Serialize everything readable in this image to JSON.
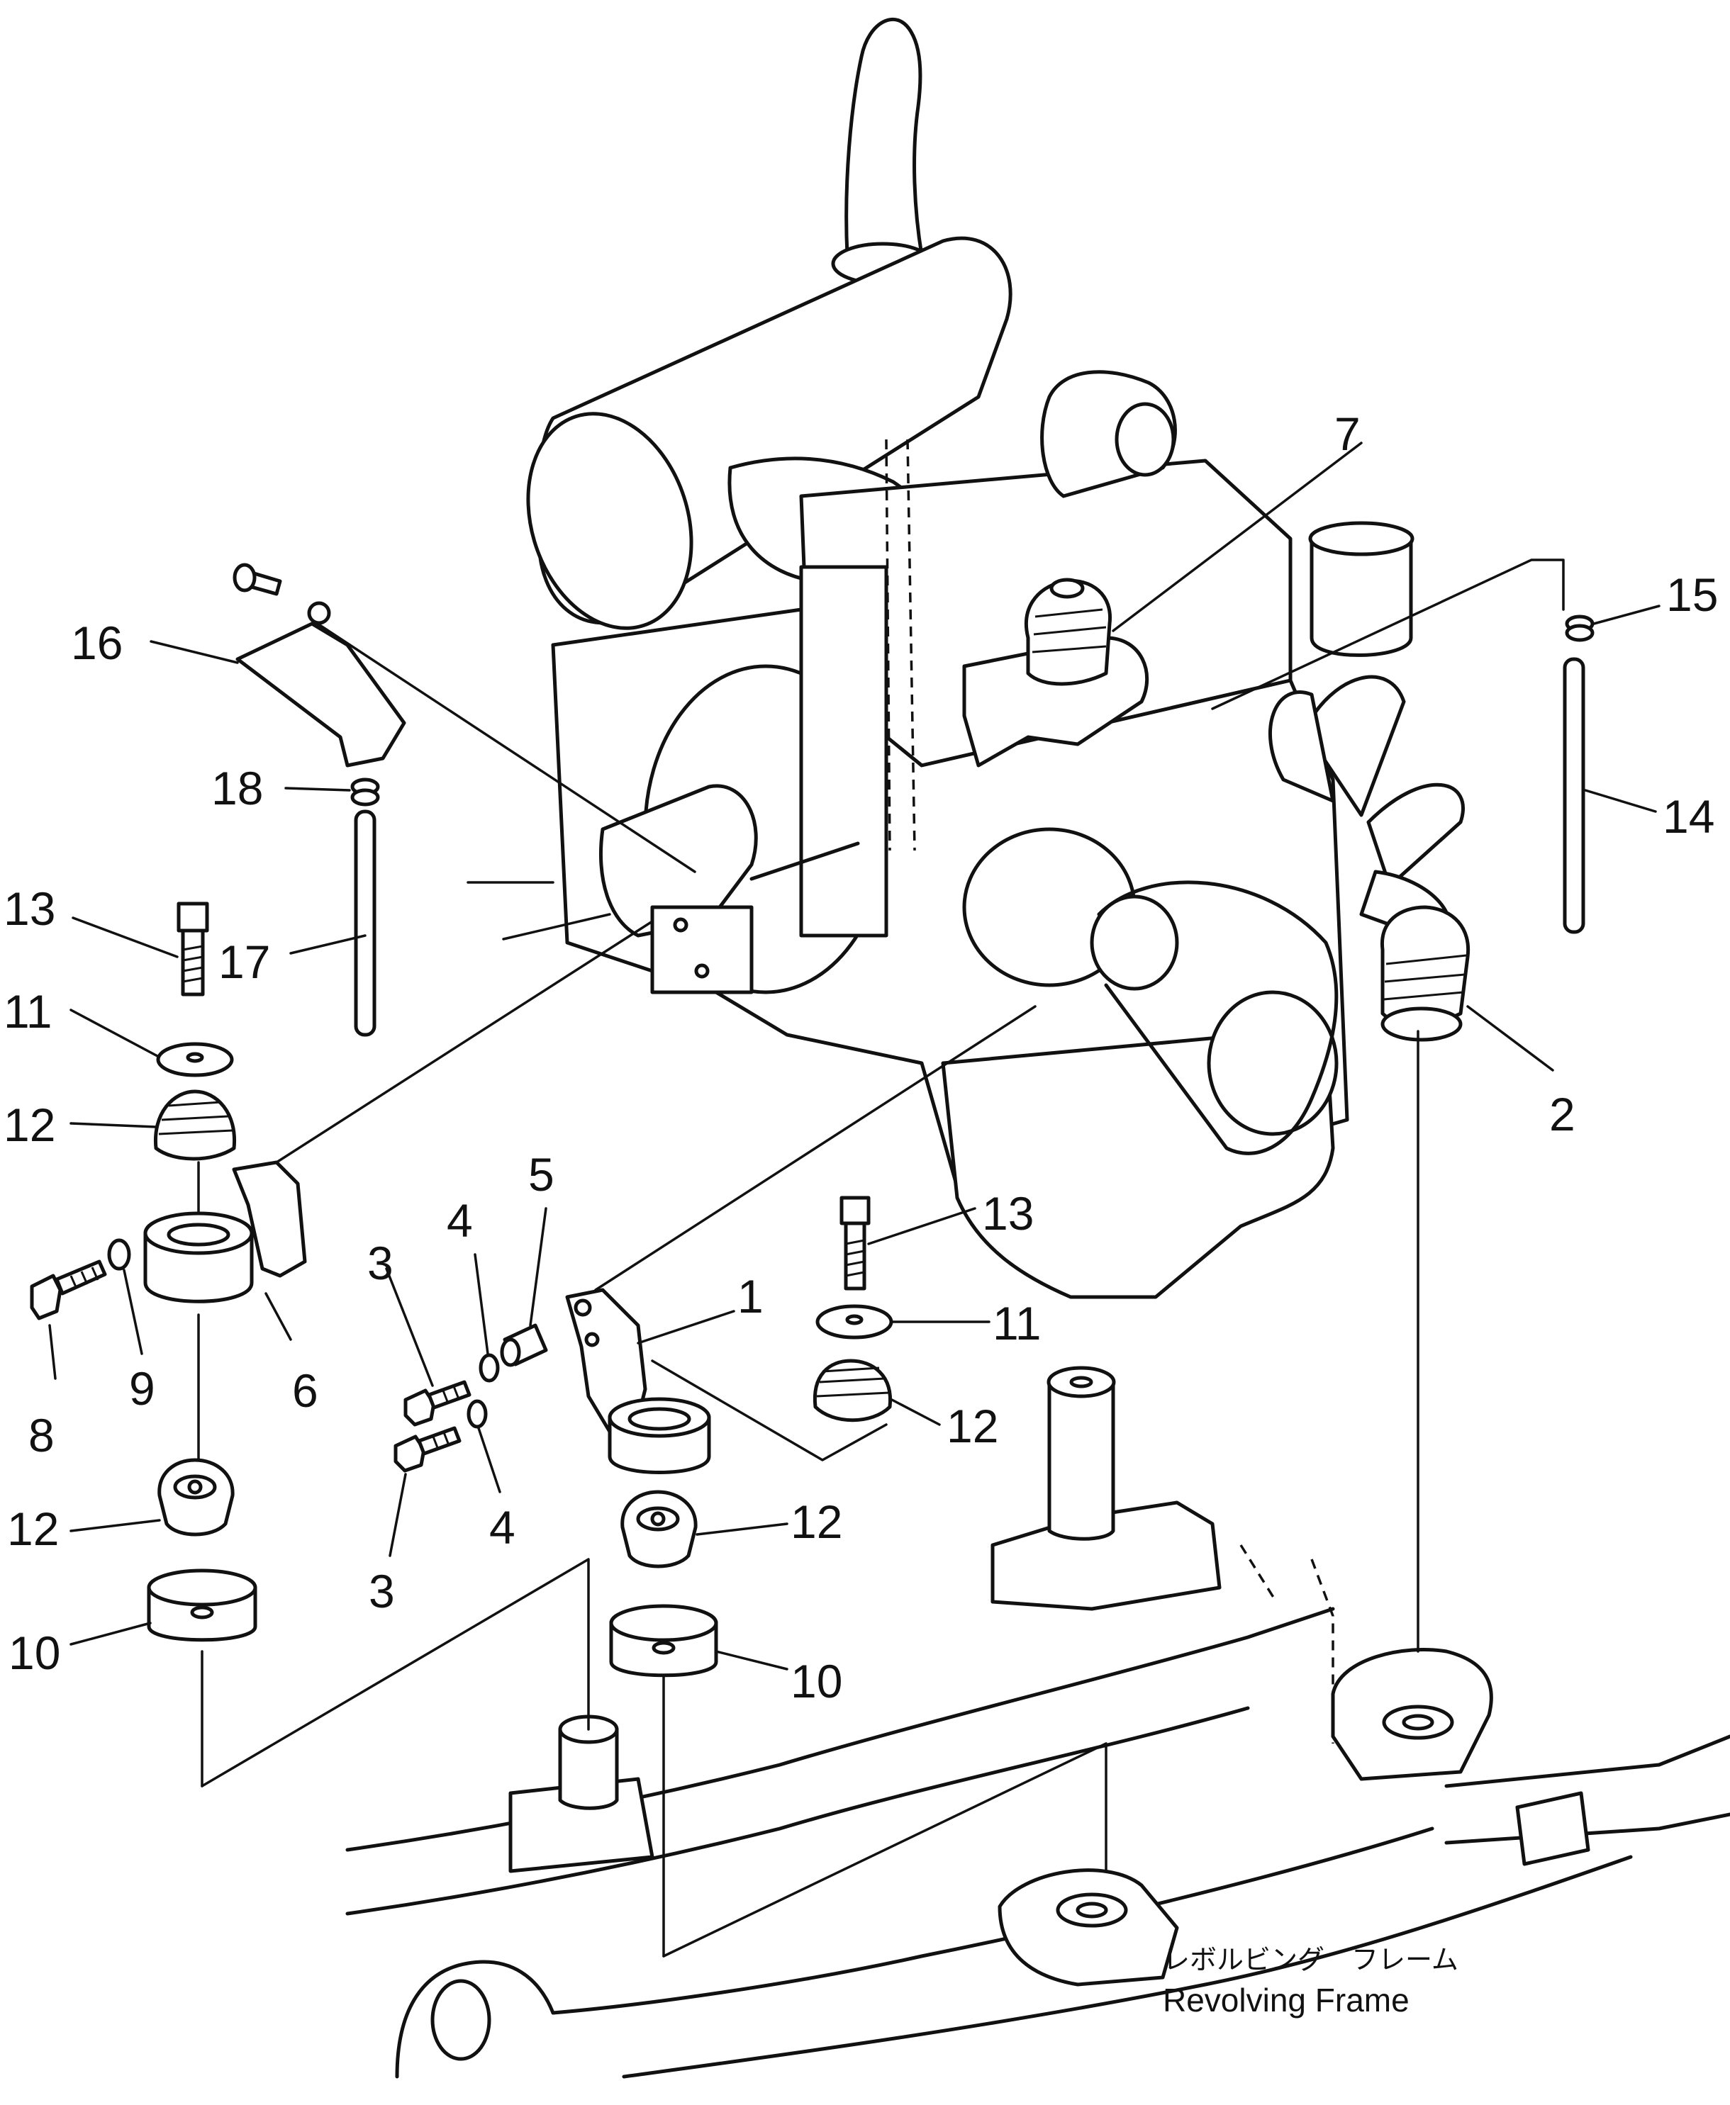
{
  "figure": {
    "callouts": {
      "c1": "1",
      "c2": "2",
      "c3a": "3",
      "c3b": "3",
      "c4a": "4",
      "c4b": "4",
      "c5": "5",
      "c6": "6",
      "c7": "7",
      "c8": "8",
      "c9": "9",
      "c10a": "10",
      "c10b": "10",
      "c11a": "11",
      "c11b": "11",
      "c12a": "12",
      "c12b": "12",
      "c12c": "12",
      "c12d": "12",
      "c13a": "13",
      "c13b": "13",
      "c14": "14",
      "c15": "15",
      "c16": "16",
      "c17": "17",
      "c18": "18"
    },
    "caption_jp": "レボルビング　フレーム",
    "caption_en": "Revolving Frame"
  }
}
